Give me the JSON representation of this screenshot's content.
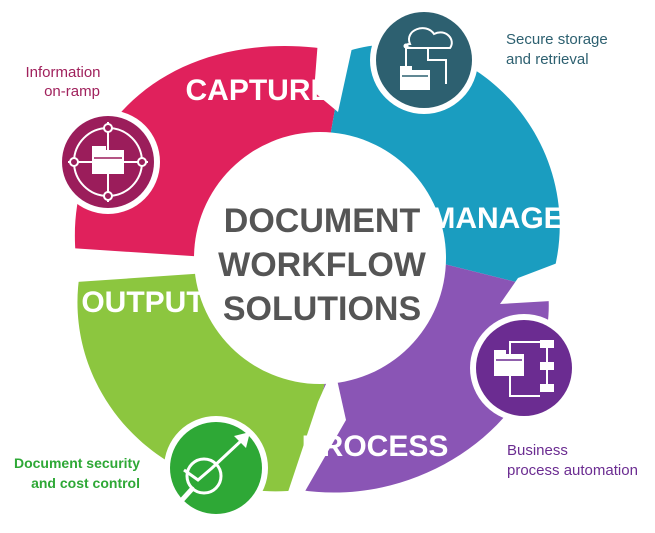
{
  "diagram": {
    "center": {
      "lines": [
        "DOCUMENT",
        "WORKFLOW",
        "SOLUTIONS"
      ]
    },
    "segments": [
      {
        "key": "capture",
        "label": "CAPTURE",
        "color": "#e0215c",
        "icon_color": "#9b1d5b",
        "icon": "folder-target-icon"
      },
      {
        "key": "manage",
        "label": "MANAGE",
        "color": "#1a9dc0",
        "icon_color": "#2d6070",
        "icon": "cloud-folder-icon"
      },
      {
        "key": "process",
        "label": "PROCESS",
        "color": "#8a55b5",
        "icon_color": "#6b2c91",
        "icon": "folder-flowchart-icon"
      },
      {
        "key": "output",
        "label": "OUTPUT",
        "color": "#8cc63f",
        "icon_color": "#2ea836",
        "icon": "magnifier-chart-icon"
      }
    ],
    "callouts": {
      "capture": {
        "lines": [
          "Information",
          "on-ramp"
        ],
        "color": "#a0215c"
      },
      "manage": {
        "lines": [
          "Secure storage",
          "and retrieval"
        ],
        "color": "#2d6070"
      },
      "process": {
        "lines": [
          "Business",
          "process automation"
        ],
        "color": "#6b2c91"
      },
      "output": {
        "lines": [
          "Document security",
          "and cost control"
        ],
        "color": "#2ea836"
      }
    }
  }
}
